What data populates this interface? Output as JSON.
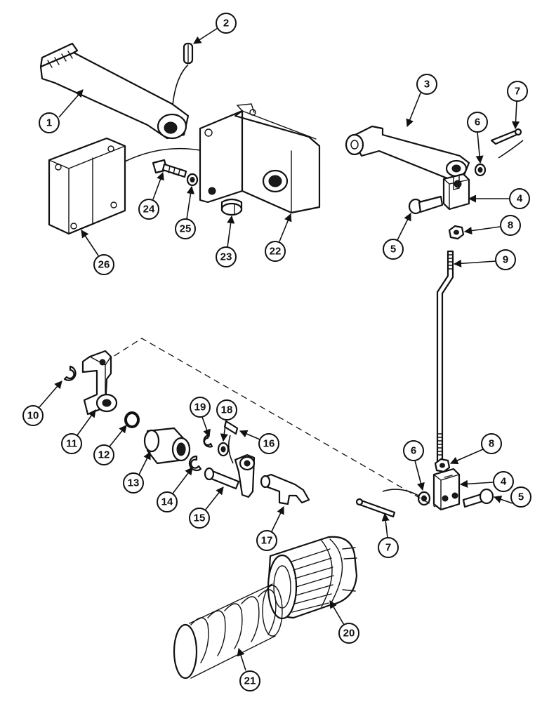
{
  "callouts": [
    "1",
    "2",
    "3",
    "4",
    "5",
    "6",
    "7",
    "8",
    "9",
    "10",
    "11",
    "12",
    "13",
    "14",
    "15",
    "16",
    "17",
    "18",
    "19",
    "20",
    "21",
    "22",
    "23",
    "24",
    "25",
    "26"
  ],
  "colors": {
    "line": "#111111",
    "background": "#ffffff"
  }
}
